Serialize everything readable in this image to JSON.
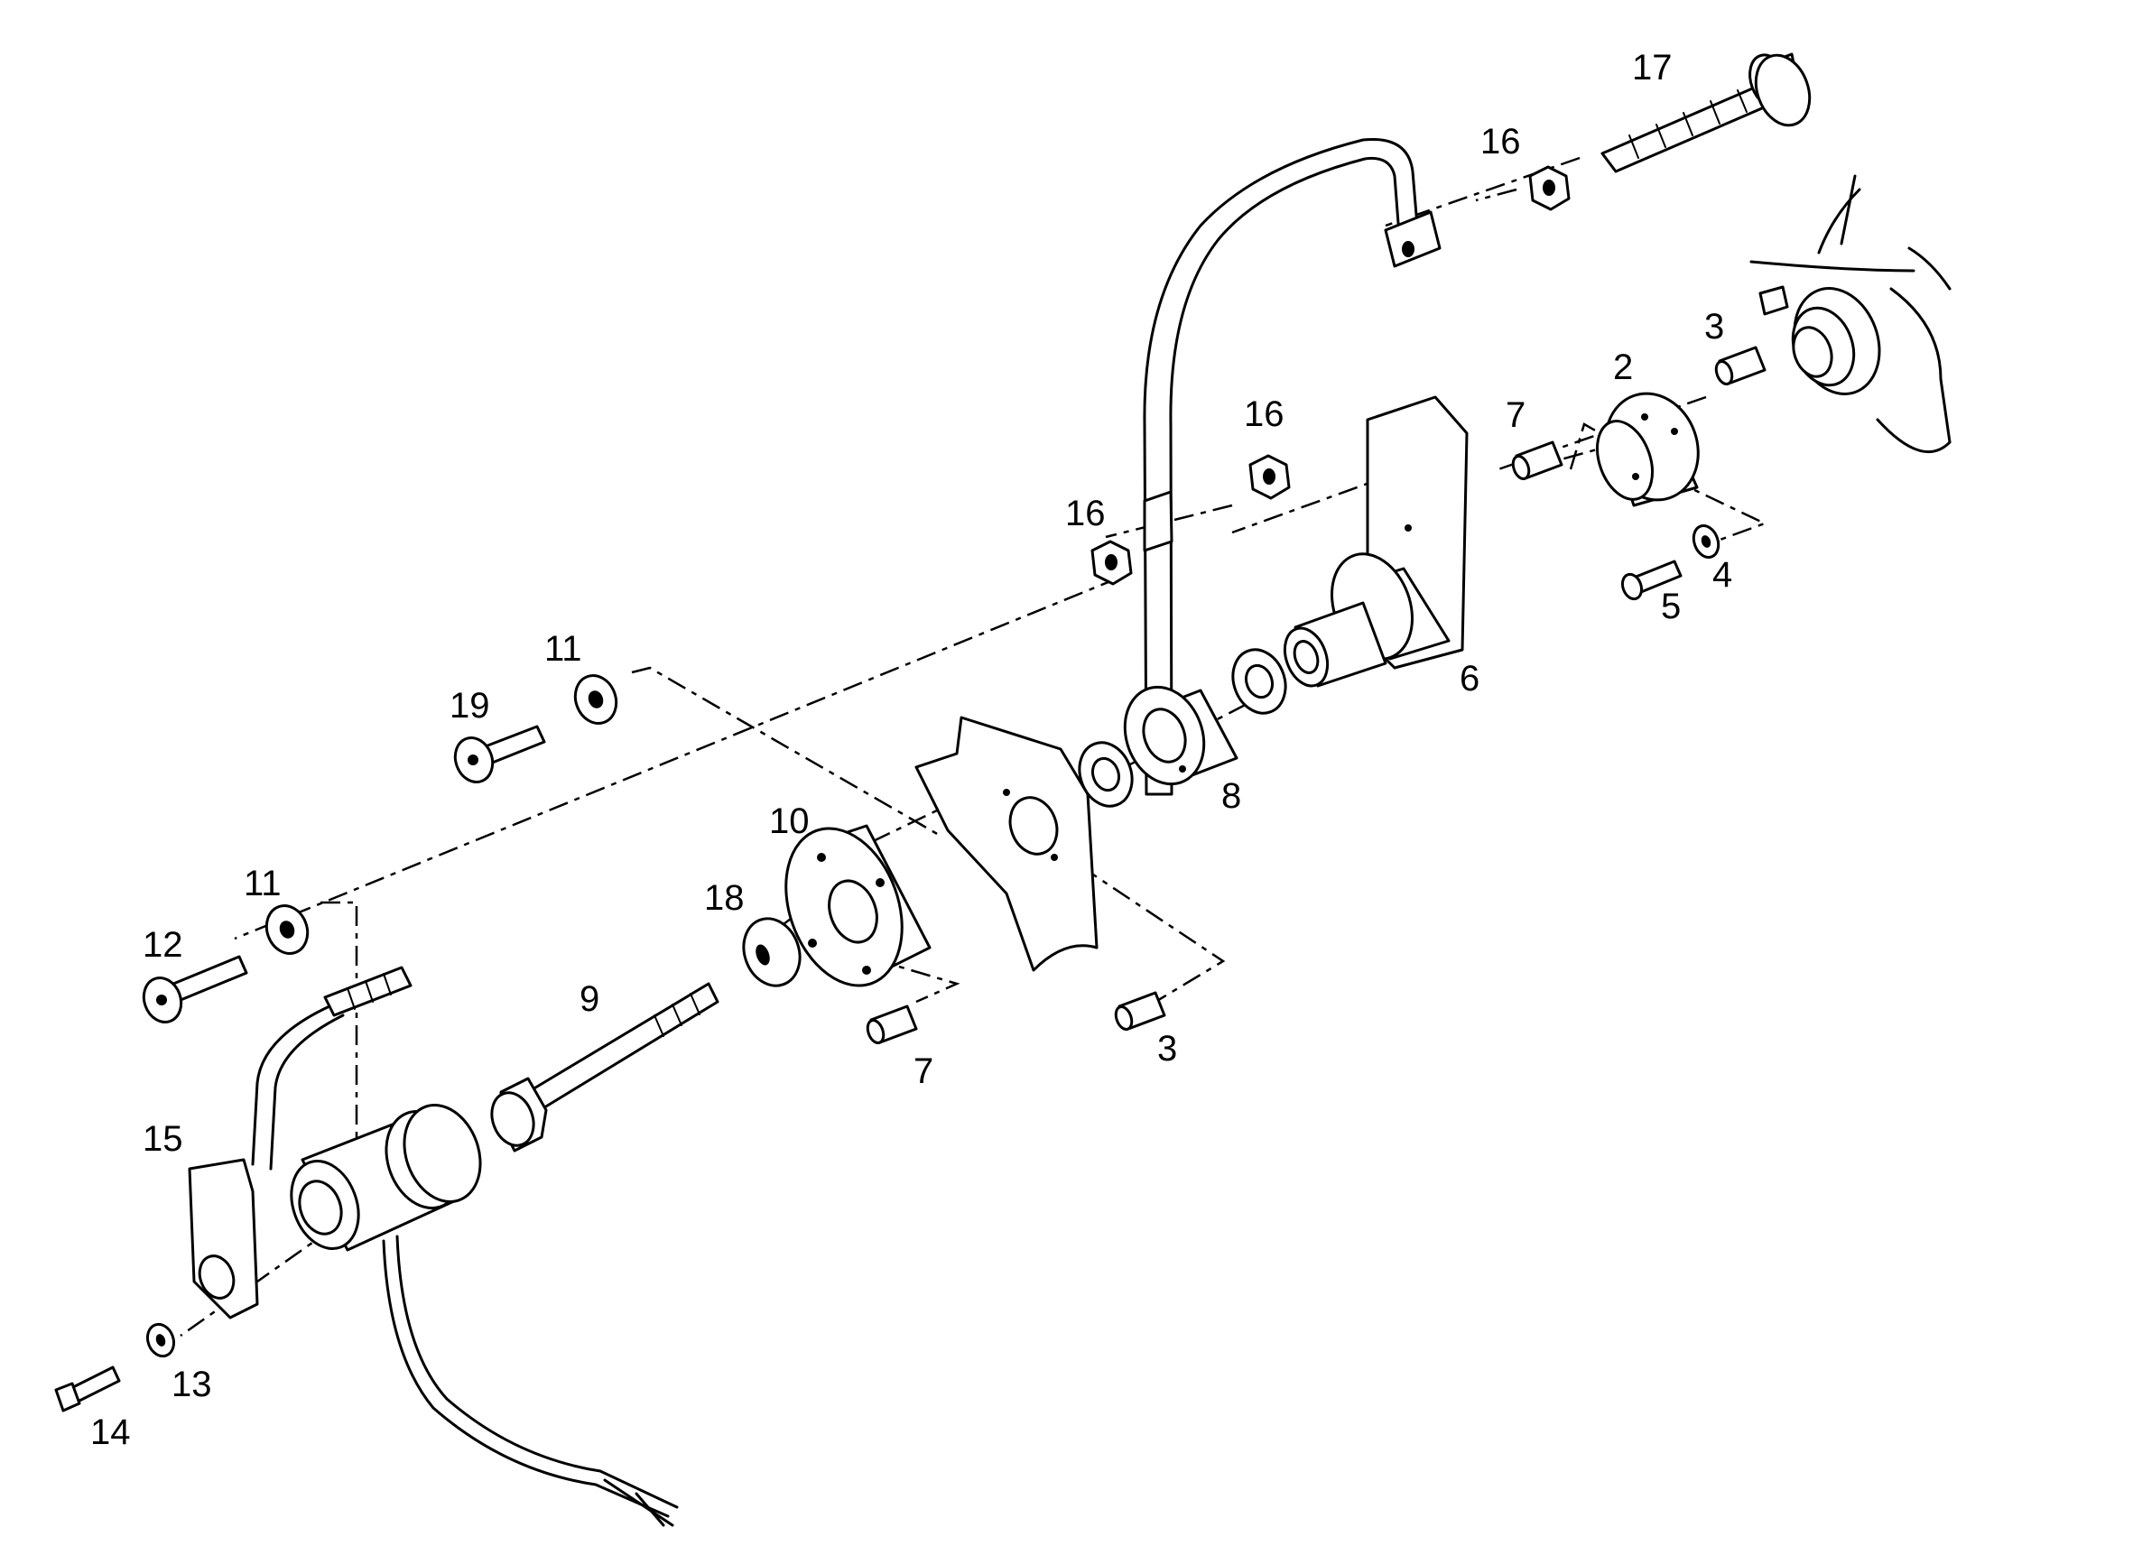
{
  "callouts": [
    "17",
    "16",
    "3",
    "2",
    "16",
    "7",
    "16",
    "4",
    "5",
    "11",
    "19",
    "6",
    "8",
    "10",
    "18",
    "11",
    "12",
    "9",
    "7",
    "3",
    "15",
    "13",
    "14"
  ]
}
